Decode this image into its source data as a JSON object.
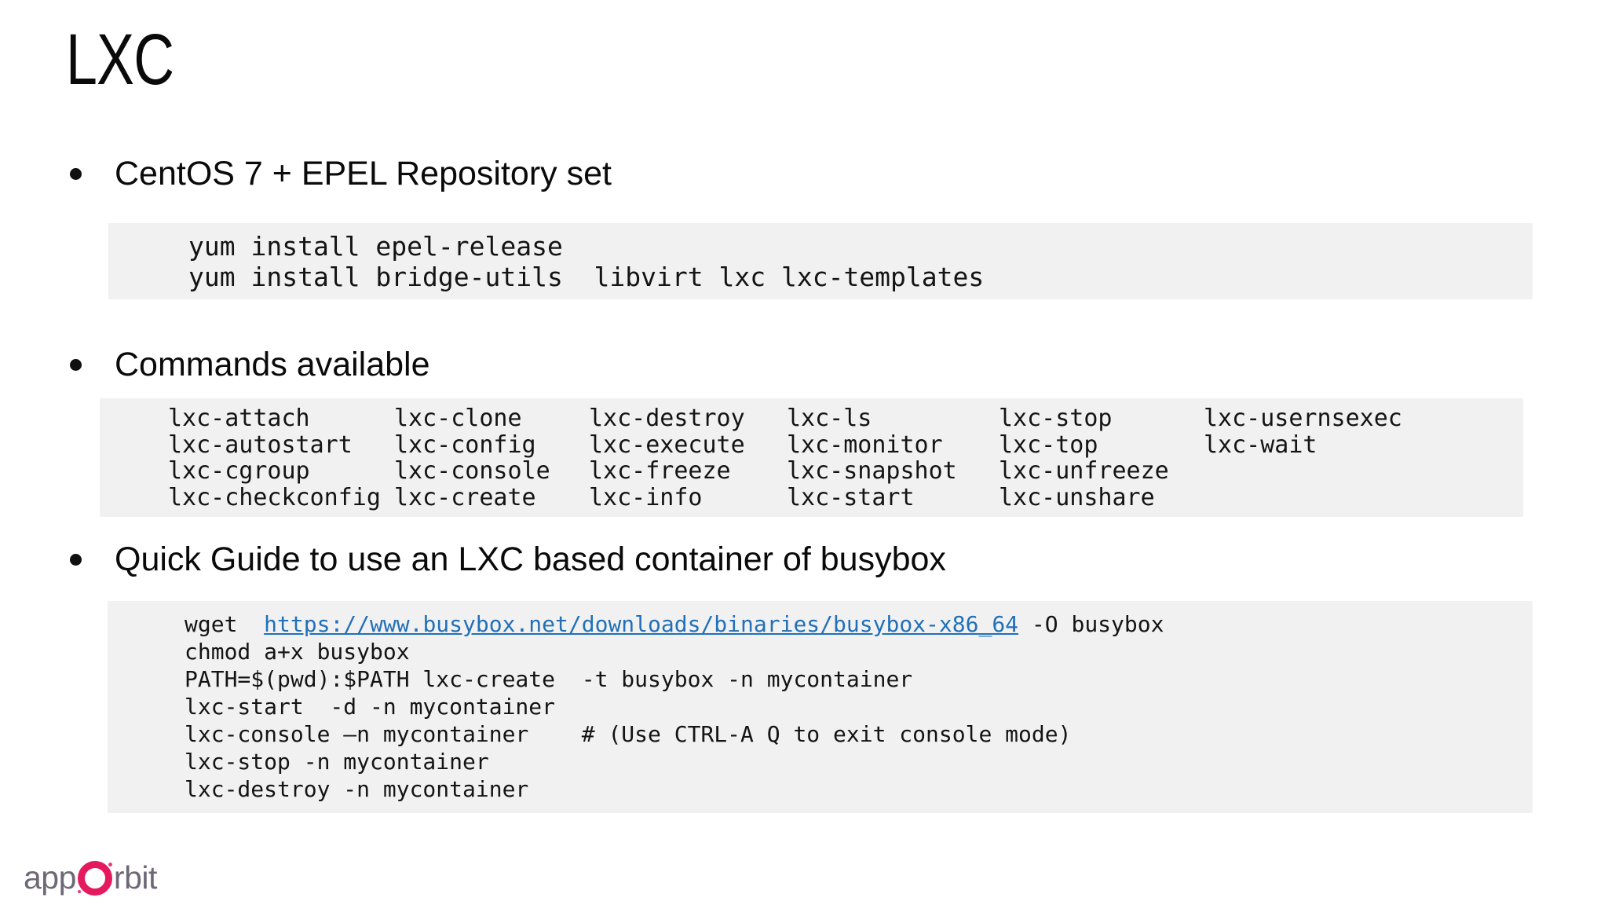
{
  "slide": {
    "title": "LXC",
    "bullet1": "CentOS 7 + EPEL Repository set",
    "bullet2": "Commands available",
    "bullet3": "Quick Guide to use an LXC based container of busybox"
  },
  "code": {
    "install": {
      "lines": [
        "yum install epel-release",
        "yum install bridge-utils  libvirt lxc lxc-templates"
      ]
    },
    "commands": {
      "rows": [
        [
          "lxc-attach",
          "lxc-clone",
          "lxc-destroy",
          "lxc-ls",
          "lxc-stop",
          "lxc-usernsexec"
        ],
        [
          "lxc-autostart",
          "lxc-config",
          "lxc-execute",
          "lxc-monitor",
          "lxc-top",
          "lxc-wait"
        ],
        [
          "lxc-cgroup",
          "lxc-console",
          "lxc-freeze",
          "lxc-snapshot",
          "lxc-unfreeze",
          ""
        ],
        [
          "lxc-checkconfig",
          "lxc-create",
          "lxc-info",
          "lxc-start",
          "lxc-unshare",
          ""
        ]
      ]
    },
    "quickguide": {
      "line1_prefix": "wget  ",
      "line1_link": "https://www.busybox.net/downloads/binaries/busybox-x86_64",
      "line1_suffix": " -O busybox",
      "lines": [
        "chmod a+x busybox",
        "PATH=$(pwd):$PATH lxc-create  -t busybox -n mycontainer",
        "lxc-start  -d -n mycontainer",
        "lxc-console –n mycontainer    # (Use CTRL-A Q to exit console mode)",
        "lxc-stop -n mycontainer",
        "lxc-destroy -n mycontainer"
      ]
    }
  },
  "logo": {
    "prefix": "app",
    "suffix": "rbit"
  },
  "colors": {
    "code_background": "#f1f1f2",
    "link_blue": "#2170b8",
    "logo_pink": "#e5195e",
    "logo_gray": "#6e6876"
  }
}
